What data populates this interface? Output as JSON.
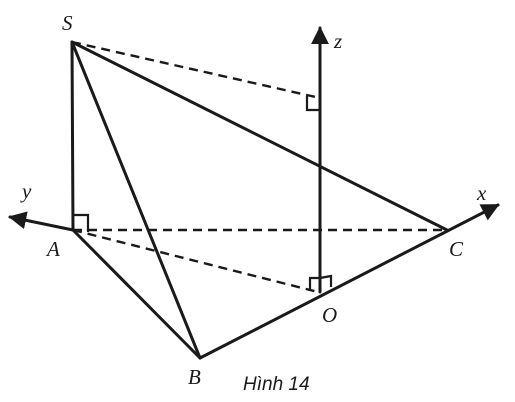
{
  "figure": {
    "caption": "Hình 14",
    "points": {
      "S": "S",
      "A": "A",
      "B": "B",
      "C": "C",
      "O": "O"
    },
    "axes": {
      "x": "x",
      "y": "y",
      "z": "z"
    }
  }
}
